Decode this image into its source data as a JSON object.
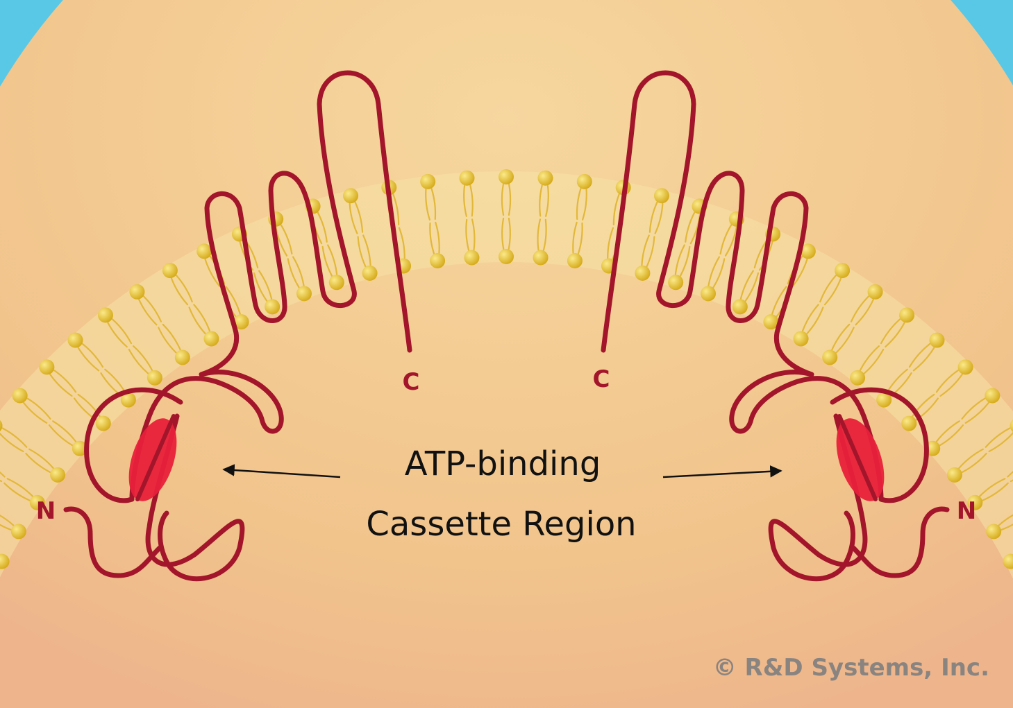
{
  "labels": {
    "region_line1": "ATP-binding",
    "region_line2": "Cassette Region",
    "c_terminus": "C",
    "n_terminus": "N",
    "copyright": "© R&D Systems, Inc."
  },
  "colors": {
    "extracellular": "#59c8e6",
    "cytoplasm": "#f2c98f",
    "lipid_head": "#e6c22e",
    "lipid_tail": "#e2b83a",
    "protein_chain": "#a3152a",
    "binding_domain": "#e8203a",
    "terminus_label": "#a3152a",
    "copyright": "#8a8480",
    "arrow": "#111111"
  },
  "icons": {
    "lipid": "phospholipid-icon",
    "atp_site": "atp-binding-ellipse"
  }
}
